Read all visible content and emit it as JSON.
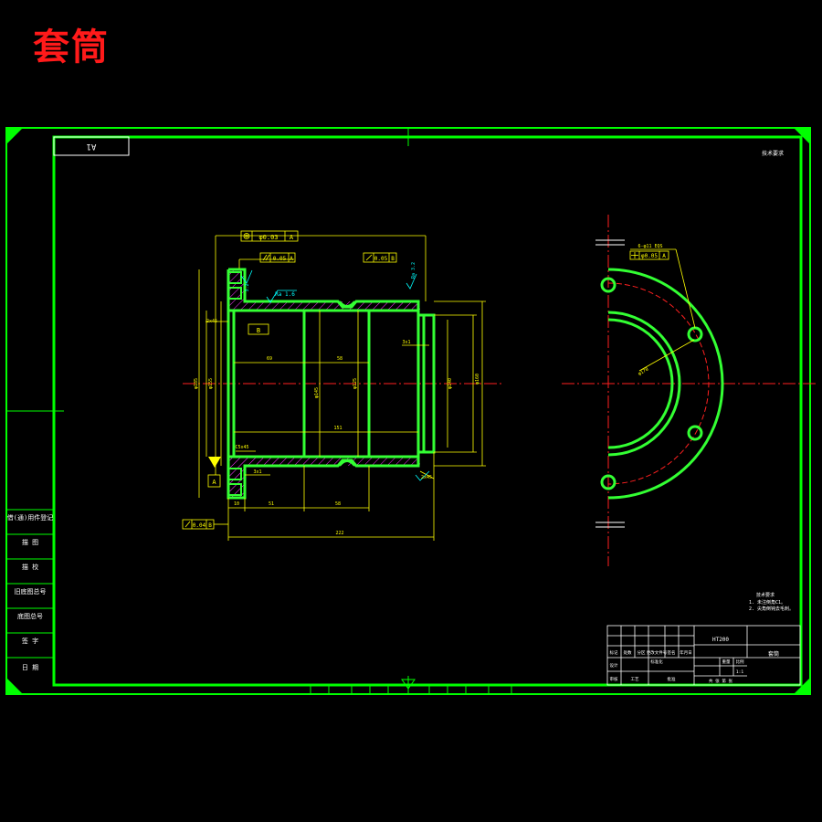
{
  "page_title": "套筒",
  "sheet_size": "A1",
  "top_right_mark": "技术要求",
  "sleeve_view": {
    "gdt_frames": {
      "concentricity": {
        "tolerance": "φ0.03",
        "datum": "A"
      },
      "parallel": {
        "tolerance": "0.05",
        "datum": "A"
      },
      "runout_top": {
        "tolerance": "0.05",
        "datum": "B"
      },
      "runout_bottom": {
        "tolerance": "0.04",
        "datum": "B"
      }
    },
    "roughness": {
      "face": "Ra 1.6",
      "bore": "Ra 3.2",
      "small": "3.2"
    },
    "chamfers": {
      "c1": "2x45",
      "c2": "3x1",
      "c3": "C5x45"
    },
    "datum_letters": {
      "a": "A",
      "b": "B"
    },
    "dims_horizontal": {
      "d1": "10",
      "d2": "51",
      "d3": "58",
      "total": "222",
      "inner_left": "69",
      "inner_right": "58",
      "inner_total": "151"
    },
    "dims_vertical": {
      "d_outer": "φ185",
      "d_flange": "φ155",
      "d_bore": "φ145",
      "d_mid": "φ125",
      "d_right": "φ140",
      "d_fit": "φ160"
    }
  },
  "end_view": {
    "gdt": {
      "holes_label": "6-φ11 EQS",
      "tolerance": "φ0.05",
      "datum": "A"
    },
    "pcd": "φ170"
  },
  "notes": {
    "heading": "技术要求",
    "line1": "1. 未注倒角C1。",
    "line2": "2. 尖角倒钝去毛刺。"
  },
  "left_side_labels": [
    "借(通)用件登记",
    "描 图",
    "描 校",
    "旧底图总号",
    "底图总号",
    "签 字",
    "日 期"
  ],
  "title_block": {
    "part_name": "套筒",
    "material": "HT200",
    "scale_label": "比例",
    "weight_label": "重量",
    "scale": "1:1",
    "sheet_info": "共 张 第 张",
    "rows": [
      "标记",
      "处数",
      "分区",
      "更改文件号",
      "签名",
      "年月日"
    ],
    "roles": [
      "设计",
      "审核",
      "工艺",
      "批准"
    ],
    "std": "标准化"
  },
  "colors": {
    "frame": "#00ff00",
    "part": "#33ff33",
    "dim": "#ffff00",
    "center": "#ff2020",
    "note": "#00ffff",
    "text": "#ffffff",
    "title": "#ff1a1a"
  }
}
